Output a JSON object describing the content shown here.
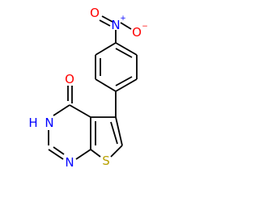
{
  "molecule": {
    "atoms": {
      "nitro_n": "N",
      "nitro_o_double": "O",
      "nitro_o_single": "O",
      "carbonyl_o": "O",
      "nh": "H",
      "nh_n": "N",
      "ring_n": "N",
      "sulfur": "S"
    },
    "charges": {
      "nitro_n": "+",
      "nitro_o_single": "−"
    }
  },
  "colors": {
    "bond": "#000000",
    "oxygen": "#ff0000",
    "nitrogen": "#0000ff",
    "sulfur": "#b8a000"
  }
}
